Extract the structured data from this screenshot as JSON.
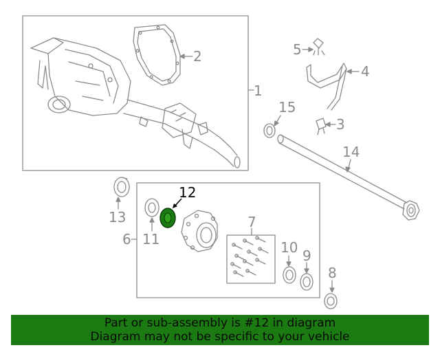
{
  "callouts": {
    "c1": "1",
    "c2": "2",
    "c3": "3",
    "c4": "4",
    "c5": "5",
    "c6": "6",
    "c7": "7",
    "c8": "8",
    "c9": "9",
    "c10": "10",
    "c11": "11",
    "c12": "12",
    "c13": "13",
    "c14": "14",
    "c15": "15"
  },
  "highlight_part": "12",
  "colors": {
    "line": "#8a8a8a",
    "highlight": "#1b7a12",
    "banner_bg": "#1b7a12",
    "highlight_text": "#000000"
  },
  "banner": {
    "line1": "Part or sub-assembly is #12 in diagram",
    "line2": "Diagram may not be specific to your vehicle"
  }
}
